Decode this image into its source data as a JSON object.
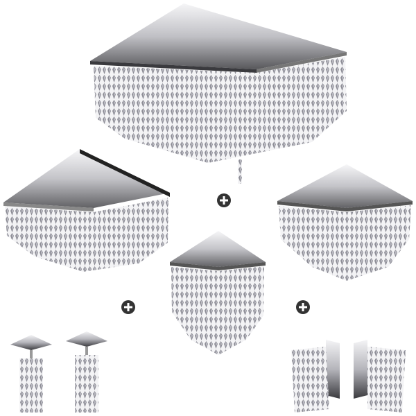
{
  "image": {
    "background_color": "#ffffff",
    "products": [
      {
        "kind": "large-rectangular-chandelier",
        "icon": "chandelier-icon"
      },
      {
        "kind": "square-chandelier-left",
        "icon": "chandelier-icon"
      },
      {
        "kind": "square-chandelier-right",
        "icon": "chandelier-icon"
      },
      {
        "kind": "small-square-chandelier",
        "icon": "chandelier-icon"
      },
      {
        "kind": "pendant-pair",
        "icon": "pendant-icon"
      },
      {
        "kind": "wall-sconce-pair",
        "icon": "sconce-icon"
      }
    ],
    "separators": [
      {
        "icon": "plus-icon",
        "color": "#333333"
      },
      {
        "icon": "plus-icon",
        "color": "#333333"
      },
      {
        "icon": "plus-icon",
        "color": "#333333"
      }
    ],
    "colors": {
      "chrome": "#c8c8cc",
      "chrome_dark": "#3a3a3e",
      "crystal": "#9a9aa2"
    }
  }
}
